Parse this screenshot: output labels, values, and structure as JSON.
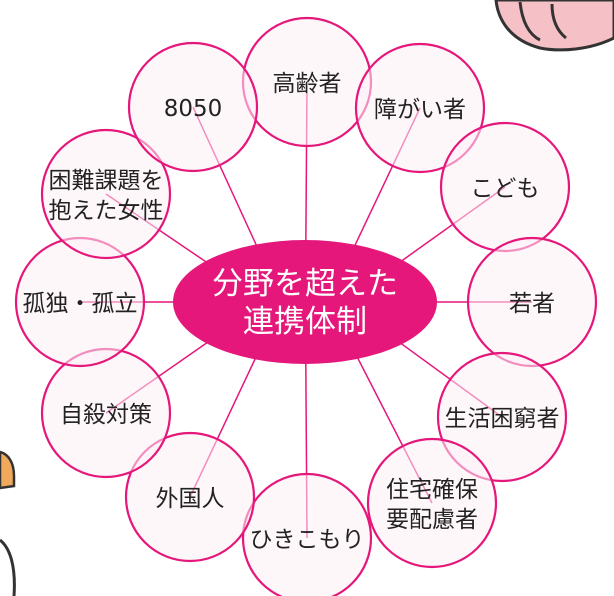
{
  "diagram": {
    "accent": "#e5177b",
    "node_fill": "#fdf0f5",
    "line_color": "#e5177b",
    "center": {
      "lines": [
        "分野を超えた",
        "連携体制"
      ],
      "fill": "#e5177b",
      "text_color": "#ffffff"
    },
    "nodes": [
      {
        "id": "elderly",
        "lines": [
          "高齢者"
        ]
      },
      {
        "id": "disabled",
        "lines": [
          "障がい者"
        ]
      },
      {
        "id": "children",
        "lines": [
          "こども"
        ]
      },
      {
        "id": "youth",
        "lines": [
          "若者"
        ]
      },
      {
        "id": "poverty",
        "lines": [
          "生活困窮者"
        ]
      },
      {
        "id": "housing",
        "lines": [
          "住宅確保",
          "要配慮者"
        ]
      },
      {
        "id": "hikikomori",
        "lines": [
          "ひきこもり"
        ]
      },
      {
        "id": "foreigners",
        "lines": [
          "外国人"
        ]
      },
      {
        "id": "suicide",
        "lines": [
          "自殺対策"
        ]
      },
      {
        "id": "isolation",
        "lines": [
          "孤独・孤立"
        ]
      },
      {
        "id": "women",
        "lines": [
          "困難課題を",
          "抱えた女性"
        ]
      },
      {
        "id": "8050",
        "lines": [
          "8050"
        ]
      }
    ]
  }
}
